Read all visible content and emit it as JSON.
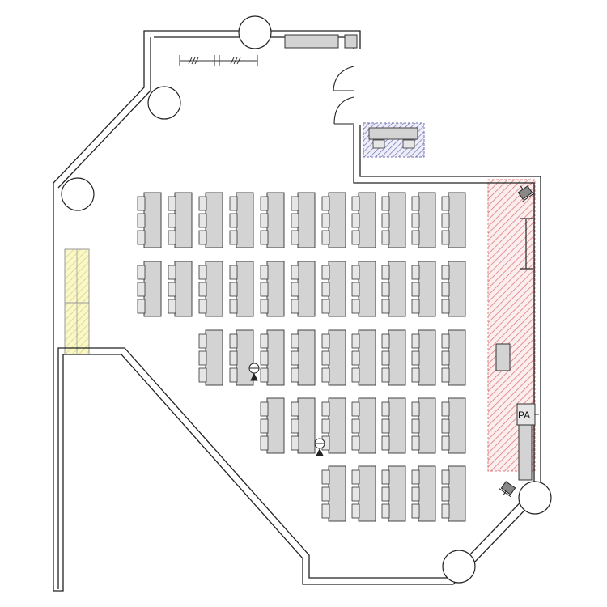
{
  "floor_plan": {
    "labels": {
      "pa_box": "PA"
    },
    "colors": {
      "desk_fill": "#d3d3d3",
      "chair_fill": "#e6e6e6",
      "stage_hatch": "#e07a7a",
      "side_table_hatch": "#d8d48a",
      "side_table_fill": "#fbf8c8",
      "cabinet_hatch": "#6f6fb3",
      "wall_color": "#222222"
    },
    "icons": [
      "speaker-icon",
      "speaker-icon",
      "microphone-icon",
      "microphone-icon",
      "door-icon",
      "projection-screen-icon"
    ],
    "seating": {
      "row_blocks": 5,
      "desks_per_block": [
        11,
        11,
        9,
        7,
        5
      ],
      "chairs_per_desk": 3
    }
  }
}
